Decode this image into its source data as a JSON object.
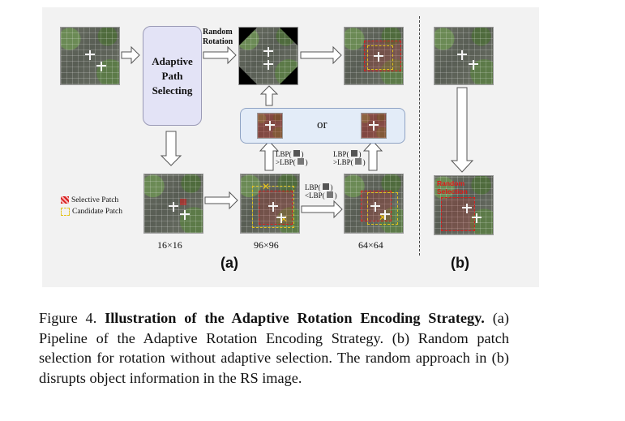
{
  "diagram": {
    "aps_box": "Adaptive Path Selecting",
    "random_rotation": "Random Rotation",
    "or": "or",
    "lbp_up_left": [
      "LBP(",
      ")",
      ">LBP(",
      ")"
    ],
    "lbp_up_right": [
      "LBP(",
      ")",
      ">LBP(",
      ")"
    ],
    "lbp_mid": [
      "LBP(",
      ")",
      "<LBP(",
      ")"
    ],
    "legend_selective": "Selective Patch",
    "legend_candidate": "Candidate Patch",
    "size_16": "16×16",
    "size_96": "96×96",
    "size_64": "64×64",
    "label_a": "(a)",
    "label_b": "(b)",
    "random_selection": "Random Selection",
    "colors": {
      "selective": "#d81e1e",
      "candidate": "#e2c21a",
      "aps_fill": "#e3e3f6",
      "or_fill": "#e3ecf8"
    }
  },
  "caption": {
    "prefix": "Figure 4. ",
    "bold": "Illustration of the Adaptive Rotation Encoding Strategy.",
    "rest": " (a) Pipeline of the Adaptive Rotation Encoding Strategy. (b) Random patch selection for rotation without adaptive selection. The random approach in (b) disrupts object information in the RS image."
  }
}
